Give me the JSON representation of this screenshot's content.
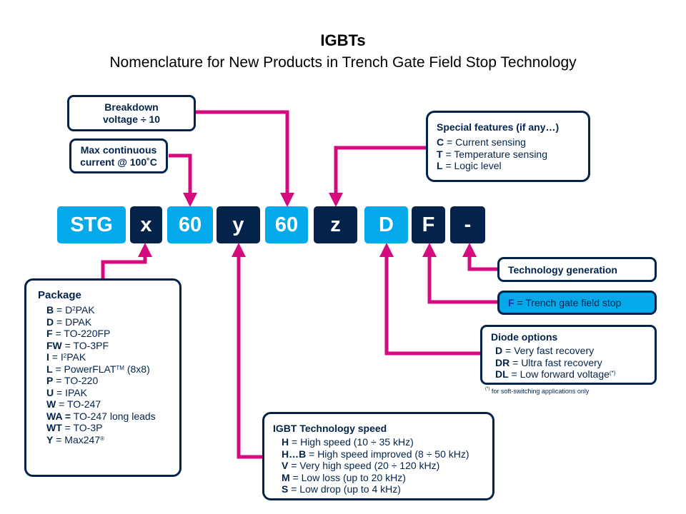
{
  "header": {
    "title": "IGBTs",
    "subtitle": "Nomenclature for New Products in Trench Gate Field Stop Technology"
  },
  "colors": {
    "light_blue": "#03a9e9",
    "dark_navy": "#03234b",
    "connector_magenta": "#d40a7f"
  },
  "code_segments": [
    "STG",
    "x",
    "60",
    "y",
    "60",
    "z",
    "D",
    "F",
    "-"
  ],
  "breakdown": {
    "line1": "Breakdown",
    "line2": "voltage ÷  10"
  },
  "current": {
    "line1": "Max continuous",
    "line2": "current @ 100˚C"
  },
  "special": {
    "title": "Special features (if any…)",
    "items": [
      {
        "key": "C",
        "desc": " = Current sensing"
      },
      {
        "key": "T",
        "desc": " = Temperature sensing"
      },
      {
        "key": "L",
        "desc": " = Logic  level"
      }
    ]
  },
  "package": {
    "title": "Package",
    "items": [
      {
        "key": "B",
        "desc": " = D",
        "sup": "2",
        "desc2": "PAK"
      },
      {
        "key": "D",
        "desc": " = DPAK"
      },
      {
        "key": "F",
        "desc": " = TO-220FP"
      },
      {
        "key": "FW",
        "desc": " = TO-3PF"
      },
      {
        "key": "I",
        "desc": " = I",
        "sup": "2",
        "desc2": "PAK"
      },
      {
        "key": "L",
        "desc": " = PowerFLAT",
        "sup": "TM",
        "desc2": "  (8x8)"
      },
      {
        "key": "P",
        "desc": " = TO-220"
      },
      {
        "key": "U",
        "desc": " = IPAK"
      },
      {
        "key": "W",
        "desc": " = TO-247"
      },
      {
        "key": "WA =",
        "desc": " TO-247 long leads"
      },
      {
        "key": "WT",
        "desc": " = TO-3P"
      },
      {
        "key": "Y",
        "desc": " = Max247",
        "sup": "®"
      }
    ]
  },
  "speed": {
    "title": "IGBT Technology speed",
    "items": [
      {
        "key": "H",
        "desc": " = High speed (10  ÷  35 kHz)"
      },
      {
        "key": "H…B",
        "desc": " = High  speed improved (8 ÷  50 kHz)"
      },
      {
        "key": "V",
        "desc": " = Very high speed (20 ÷ 120 kHz)"
      },
      {
        "key": "M",
        "desc": " = Low loss (up to 20 kHz)"
      },
      {
        "key": "S",
        "desc": " = Low drop (up to 4 kHz)"
      }
    ]
  },
  "techgen": {
    "title": "Technology generation"
  },
  "trench": {
    "key": "F",
    "desc": " = Trench gate field  stop"
  },
  "diode": {
    "title": "Diode options",
    "items": [
      {
        "key": "D",
        "desc": " = Very fast recovery"
      },
      {
        "key": "DR",
        "desc": " = Ultra fast recovery"
      },
      {
        "key": "DL",
        "desc": " = Low forward voltage",
        "sup": "(*)"
      }
    ],
    "footnote_mark": "(*)",
    "footnote": " for soft-switching applications only"
  }
}
